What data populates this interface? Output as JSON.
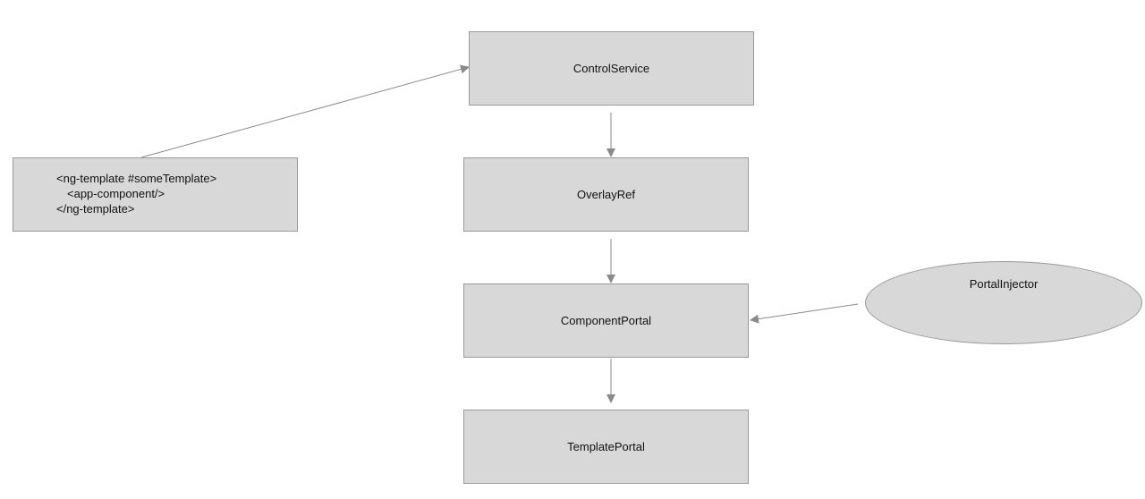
{
  "nodes": {
    "control_service": "ControlService",
    "overlay_ref": "OverlayRef",
    "component_portal": "ComponentPortal",
    "template_portal": "TemplatePortal",
    "portal_injector": "PortalInjector",
    "ng_template": {
      "lines": [
        "<ng-template #someTemplate>",
        "<app-component/>",
        "</ng-template>"
      ]
    }
  },
  "colors": {
    "node_fill": "#d8d8d8",
    "node_border": "#9a9a9a",
    "edge": "#8a8a8a"
  }
}
